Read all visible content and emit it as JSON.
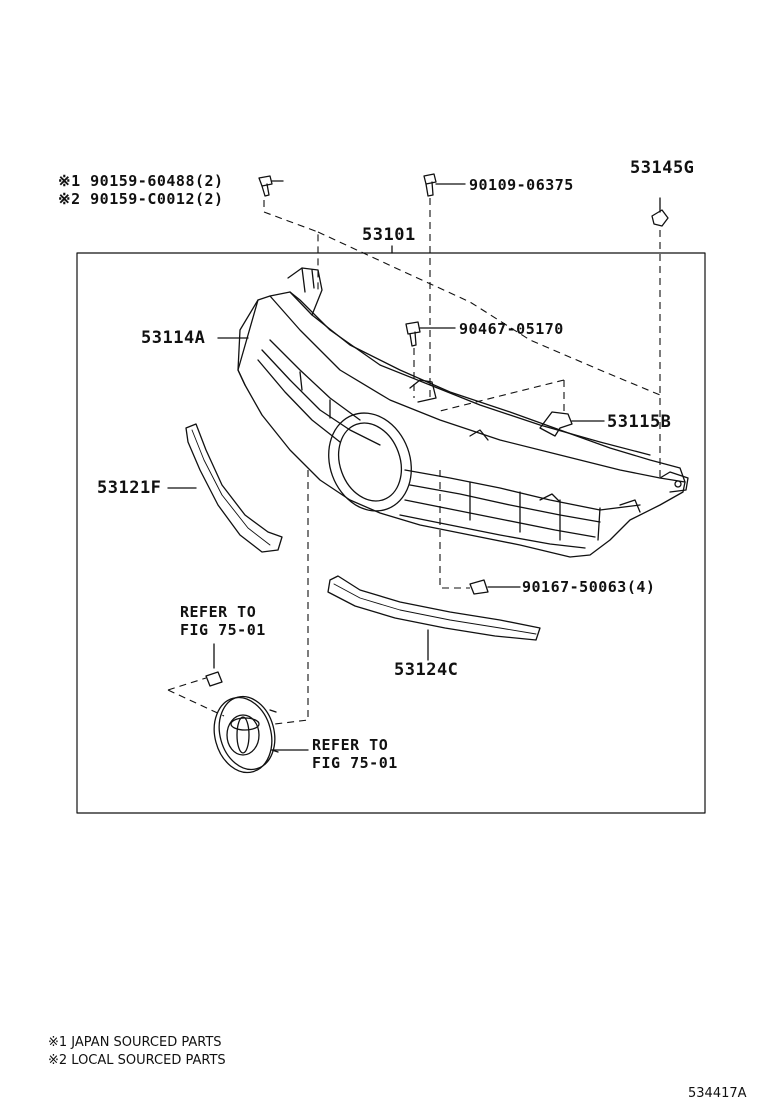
{
  "parts": {
    "bolt_note1": "※1 90159-60488(2)",
    "bolt_note2": "※2 90159-C0012(2)",
    "p90109": "90109-06375",
    "p53145G": "53145G",
    "p53101": "53101",
    "p53114A": "53114A",
    "p90467": "90467-05170",
    "p53115B": "53115B",
    "p53121F": "53121F",
    "p90167": "90167-50063(4)",
    "p53124C": "53124C",
    "refer1_line1": "REFER TO",
    "refer1_line2": "FIG 75-01",
    "refer2_line1": "REFER TO",
    "refer2_line2": "FIG 75-01"
  },
  "legend": {
    "note1": "※1 JAPAN SOURCED PARTS",
    "note2": "※2 LOCAL SOURCED PARTS"
  },
  "figure_code": "534417A"
}
